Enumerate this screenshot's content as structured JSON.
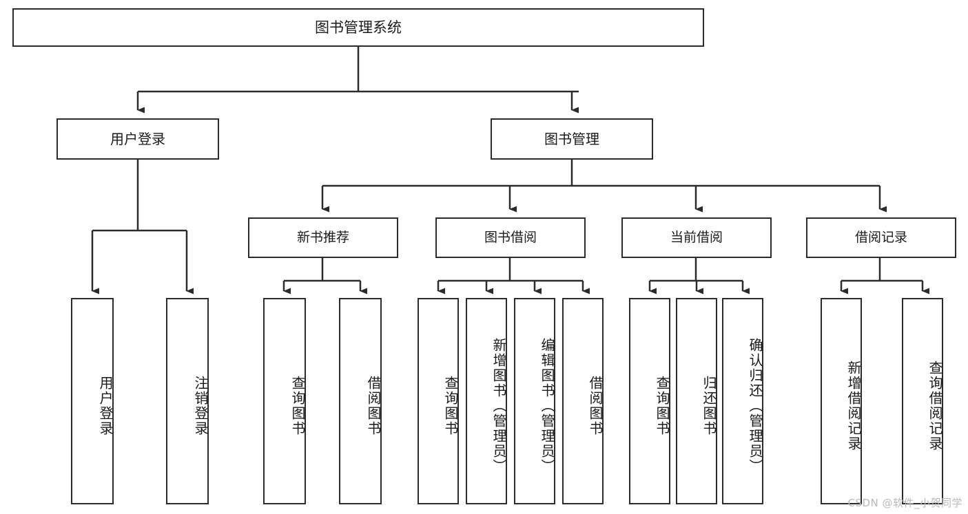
{
  "diagram": {
    "title": "图书管理系统",
    "type": "hierarchy-tree",
    "watermark": "CSDN @软件_小贺同学",
    "colors": {
      "border": "#2b2b2b",
      "background": "#ffffff",
      "text": "#1a1a1a",
      "connector": "#2b2b2b",
      "watermark": "#b9b9b9"
    }
  },
  "nodes": {
    "root": {
      "label": "图书管理系统"
    },
    "level1": [
      {
        "id": "user-login",
        "label": "用户登录"
      },
      {
        "id": "book-management",
        "label": "图书管理"
      }
    ],
    "level2": [
      {
        "id": "new-book-recommend",
        "label": "新书推荐"
      },
      {
        "id": "book-borrow",
        "label": "图书借阅"
      },
      {
        "id": "current-borrow",
        "label": "当前借阅"
      },
      {
        "id": "borrow-record",
        "label": "借阅记录"
      }
    ],
    "leaves": {
      "user-login": [
        {
          "id": "leaf-user-login",
          "label": "用户登录"
        },
        {
          "id": "leaf-logout",
          "label": "注销登录"
        }
      ],
      "new-book-recommend": [
        {
          "id": "leaf-query-book-1",
          "label": "查询图书"
        },
        {
          "id": "leaf-borrow-book-1",
          "label": "借阅图书"
        }
      ],
      "book-borrow": [
        {
          "id": "leaf-query-book-2",
          "label": "查询图书"
        },
        {
          "id": "leaf-add-book",
          "label": "新增图书（管理员）"
        },
        {
          "id": "leaf-edit-book",
          "label": "编辑图书（管理员）"
        },
        {
          "id": "leaf-borrow-book-2",
          "label": "借阅图书"
        }
      ],
      "current-borrow": [
        {
          "id": "leaf-query-book-3",
          "label": "查询图书"
        },
        {
          "id": "leaf-return-book",
          "label": "归还图书"
        },
        {
          "id": "leaf-confirm-return",
          "label": "确认归还（管理员）"
        }
      ],
      "borrow-record": [
        {
          "id": "leaf-add-record",
          "label": "新增借阅记录"
        },
        {
          "id": "leaf-query-record",
          "label": "查询借阅记录"
        }
      ]
    }
  }
}
